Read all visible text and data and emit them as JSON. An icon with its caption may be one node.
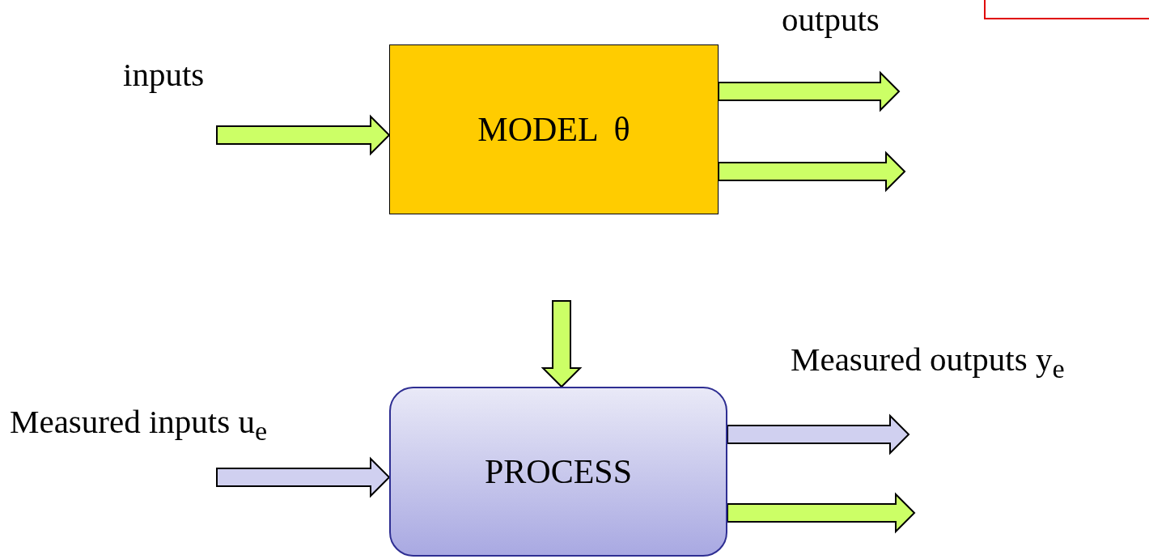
{
  "diagram": {
    "nodes": [
      {
        "text": [
          "MODEL θ"
        ]
      },
      {
        "text": [
          "PROCESS"
        ]
      },
      {
        "text": [],
        "shape": "box"
      }
    ],
    "edges": [
      {
        "from": null,
        "to": 0,
        "arrow": "to"
      },
      {
        "from": 0,
        "to": null,
        "arrow": "to"
      },
      {
        "from": 0,
        "to": null,
        "arrow": "to"
      },
      {
        "from": null,
        "to": 1,
        "arrow": "to"
      },
      {
        "from": null,
        "to": 1,
        "arrow": "to",
        "color": "#d0d0f0"
      },
      {
        "from": 1,
        "to": null,
        "arrow": "to",
        "color": "#d0d0f0"
      },
      {
        "from": 1,
        "to": null,
        "arrow": "to"
      }
    ],
    "labels": [
      "inputs",
      "outputs",
      "Measured outputs y$_{e}$",
      "Measured inputs u$_{e}$"
    ]
  }
}
